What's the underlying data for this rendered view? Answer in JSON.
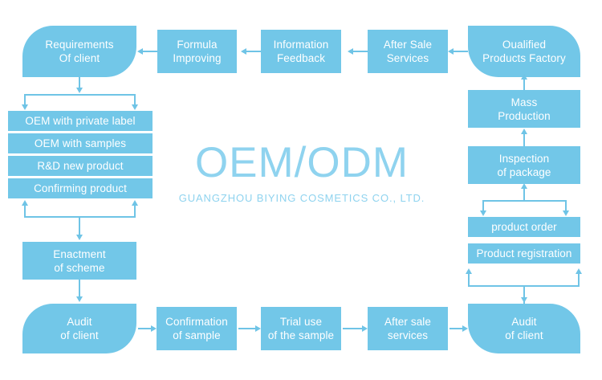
{
  "brand": {
    "title": "OEM/ODM",
    "subtitle": "GUANGZHOU BIYING COSMETICS CO., LTD.",
    "color": "#8fd3ef"
  },
  "theme": {
    "box_fill": "#72c7e8",
    "connector": "#6fc4e6",
    "box_text": "#ffffff",
    "background": "#ffffff"
  },
  "nodes": {
    "requirements_of_client": {
      "line1": "Requirements",
      "line2": "Of client"
    },
    "formula_improving": {
      "line1": "Formula",
      "line2": "Improving"
    },
    "information_feedback": {
      "line1": "Information",
      "line2": "Feedback"
    },
    "after_sale_services_top": {
      "line1": "After Sale",
      "line2": "Services"
    },
    "qualified_products_factory": {
      "line1": "Oualified",
      "line2": "Products Factory"
    },
    "mass_production": {
      "line1": "Mass",
      "line2": "Production"
    },
    "inspection_of_package": {
      "line1": "Inspection",
      "line2": "of package"
    },
    "product_order": {
      "line1": "product order"
    },
    "product_registration": {
      "line1": "Product registration"
    },
    "enactment_of_scheme": {
      "line1": "Enactment",
      "line2": "of scheme"
    },
    "audit_of_client_left": {
      "line1": "Audit",
      "line2": "of client"
    },
    "audit_of_client_right": {
      "line1": "Audit",
      "line2": "of client"
    },
    "confirmation_of_sample": {
      "line1": "Confirmation",
      "line2": "of sample"
    },
    "trial_use_of_the_sample": {
      "line1": "Trial use",
      "line2": "of the sample"
    },
    "after_sale_services_bottom": {
      "line1": "After sale",
      "line2": "services"
    }
  },
  "service_options": [
    {
      "label": "OEM with private label"
    },
    {
      "label": "OEM with samples"
    },
    {
      "label": "R&D new product"
    },
    {
      "label": "Confirming product"
    }
  ]
}
